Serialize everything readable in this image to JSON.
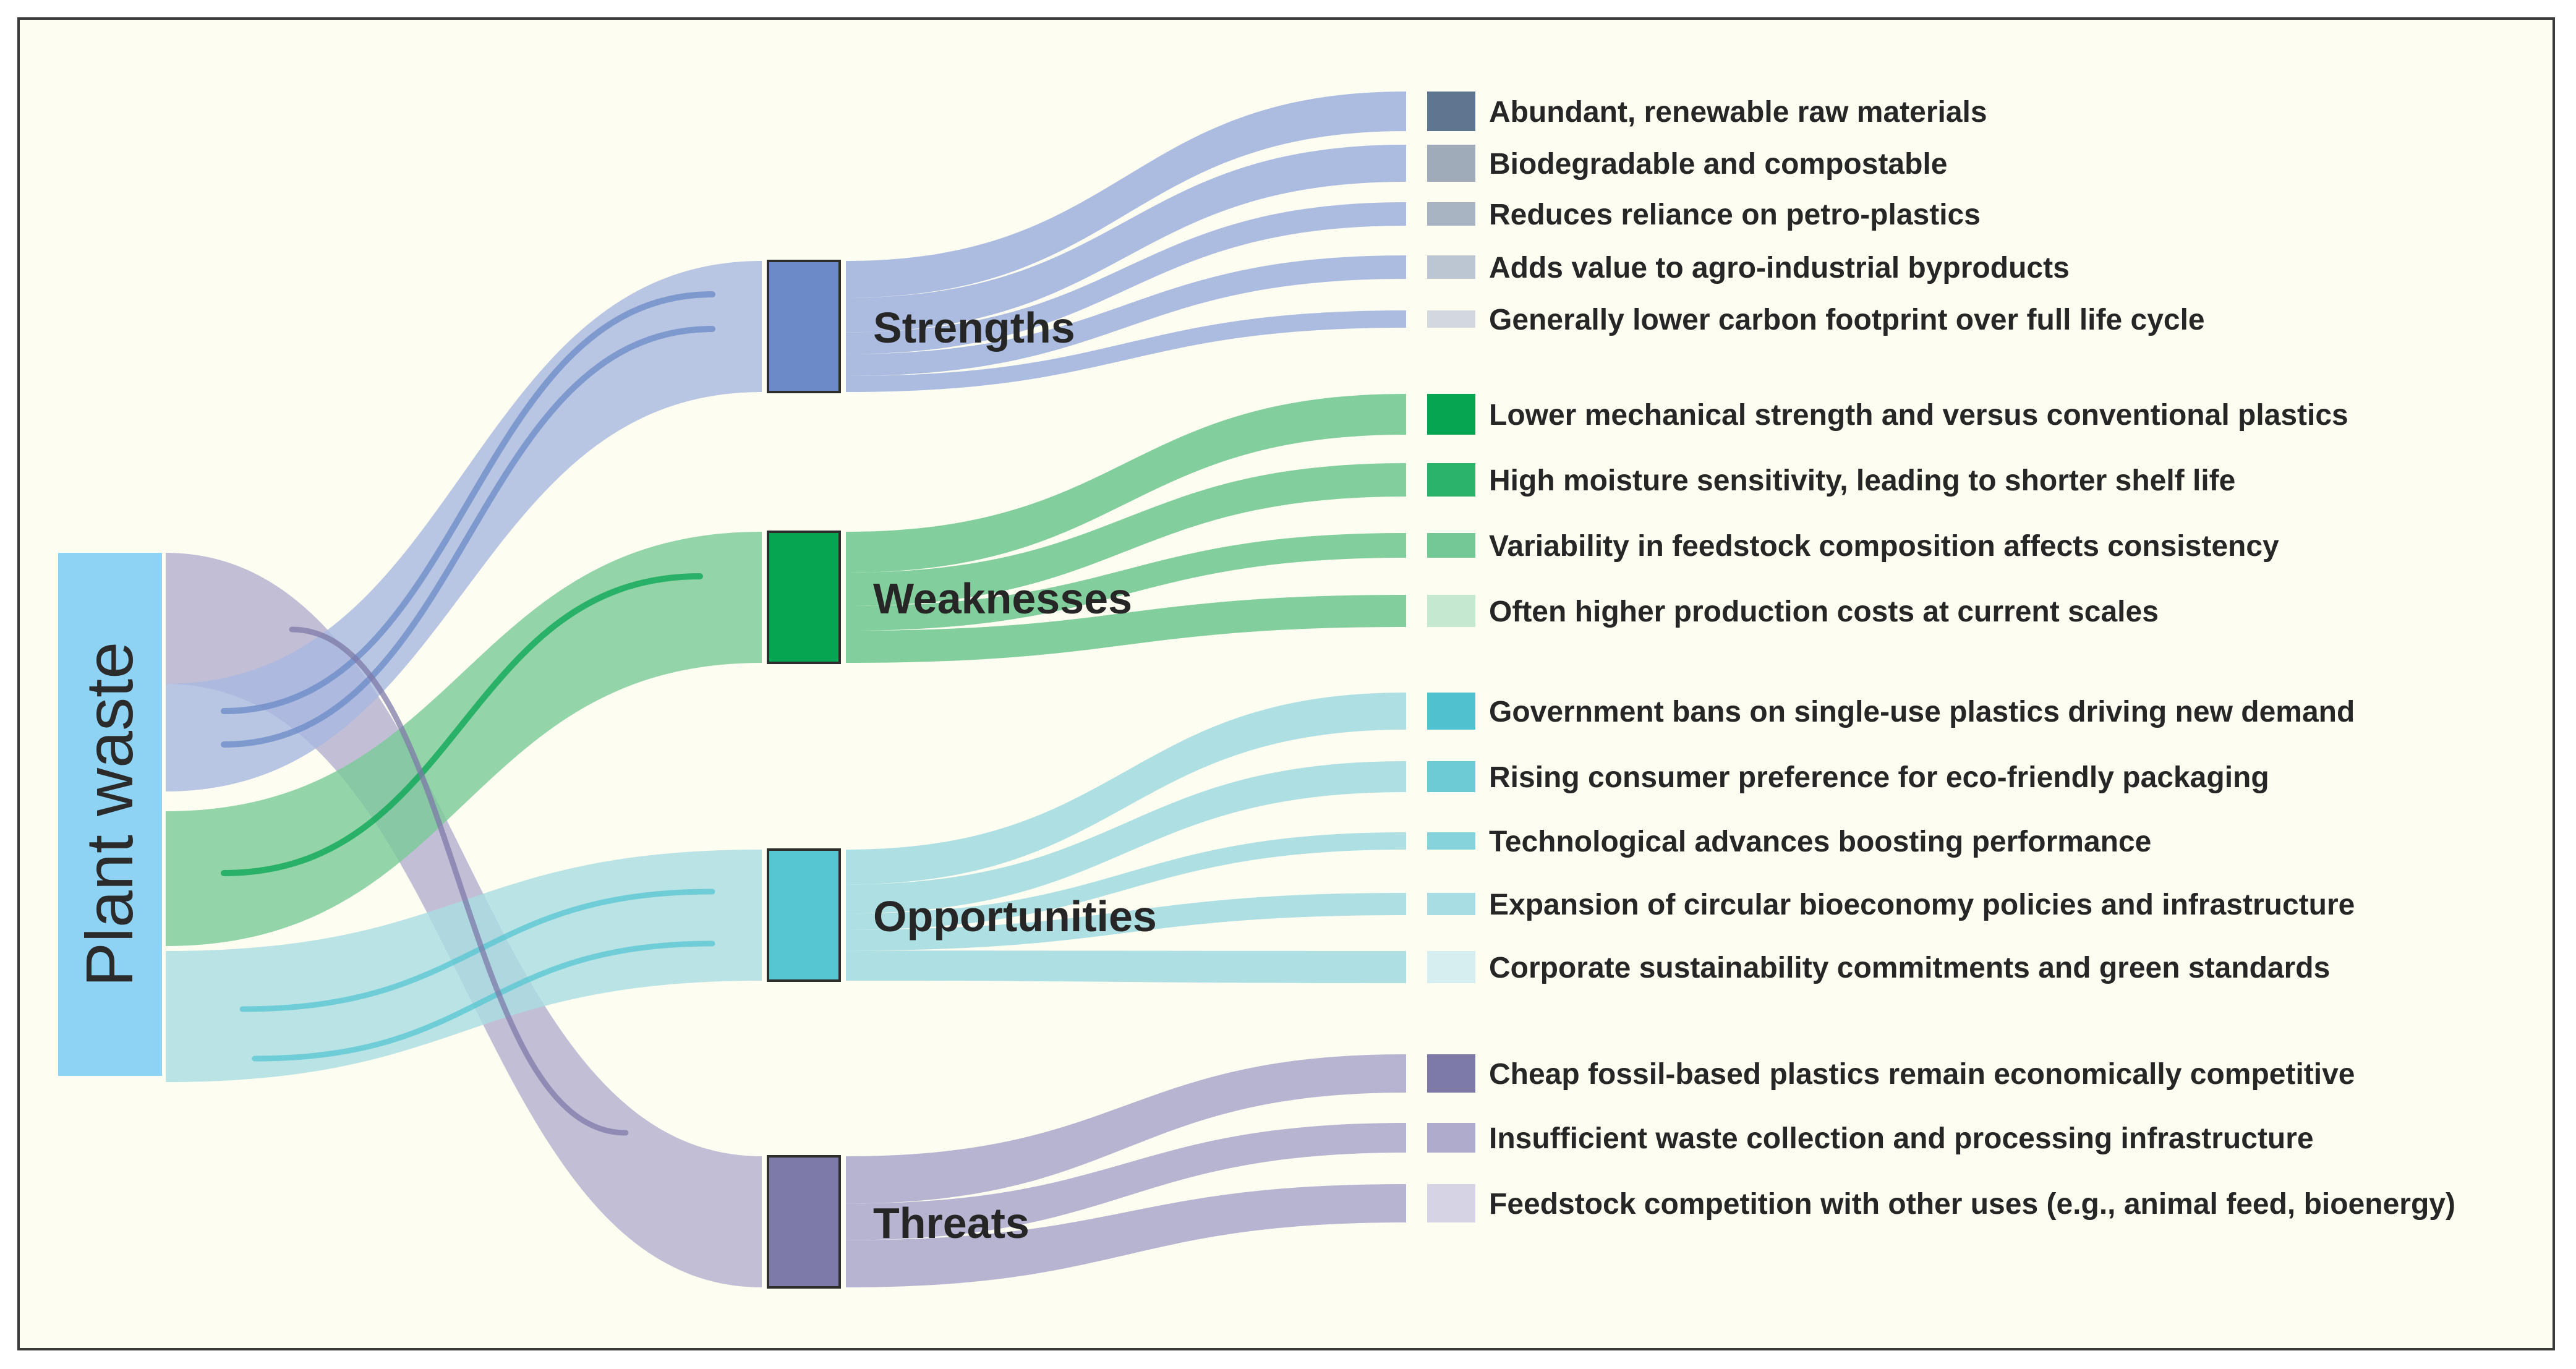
{
  "source": {
    "label": "Plant waste",
    "color": "#8fd3f4"
  },
  "categories": [
    {
      "id": "strengths",
      "label": "Strengths",
      "color": "#6b8ac7",
      "flowColor": "#a8b8df",
      "items": [
        {
          "label": "Abundant, renewable raw materials",
          "color": "#5f7691"
        },
        {
          "label": "Biodegradable and compostable",
          "color": "#9fabb9"
        },
        {
          "label": "Reduces reliance on petro-plastics",
          "color": "#a9b4c2"
        },
        {
          "label": "Adds value to agro-industrial byproducts",
          "color": "#bcc6d2"
        },
        {
          "label": "Generally lower carbon footprint over full life cycle",
          "color": "#d3d8df"
        }
      ]
    },
    {
      "id": "weaknesses",
      "label": "Weaknesses",
      "color": "#05a552",
      "flowColor": "#7ccb98",
      "items": [
        {
          "label": "Lower mechanical strength and versus conventional plastics",
          "color": "#05a552"
        },
        {
          "label": "High moisture sensitivity, leading to shorter shelf life",
          "color": "#2bb36c"
        },
        {
          "label": "Variability in feedstock composition affects consistency",
          "color": "#74c896"
        },
        {
          "label": "Often higher production costs at current scales",
          "color": "#c5e8d0"
        }
      ]
    },
    {
      "id": "opportunities",
      "label": "Opportunities",
      "color": "#55c6d2",
      "flowColor": "#a9dde2",
      "items": [
        {
          "label": "Government bans on single-use plastics driving new demand",
          "color": "#4fc2cf"
        },
        {
          "label": "Rising consumer preference for eco-friendly packaging",
          "color": "#6dcbd5"
        },
        {
          "label": "Technological advances boosting performance",
          "color": "#87d3db"
        },
        {
          "label": "Expansion of circular bioeconomy policies and infrastructure",
          "color": "#a7dde3"
        },
        {
          "label": "Corporate sustainability commitments and green standards",
          "color": "#d6eeef"
        }
      ]
    },
    {
      "id": "threats",
      "label": "Threats",
      "color": "#7e7aa8",
      "flowColor": "#b3b0cf",
      "items": [
        {
          "label": "Cheap fossil-based plastics remain economically competitive",
          "color": "#7e7aa8"
        },
        {
          "label": "Insufficient waste collection and processing infrastructure",
          "color": "#aeabcd"
        },
        {
          "label": "Feedstock competition with other uses (e.g., animal feed, bioenergy)",
          "color": "#d5d3e4"
        }
      ]
    }
  ]
}
